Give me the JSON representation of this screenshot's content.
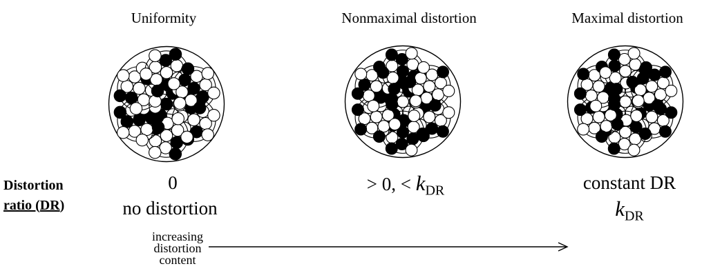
{
  "columns": [
    {
      "title": "Uniformity",
      "value": "0",
      "value_line2": "no distortion"
    },
    {
      "title": "Nonmaximal distortion",
      "value_prefix": "> 0, < ",
      "k": "k",
      "k_sub": "DR"
    },
    {
      "title": "Maximal distortion",
      "value": "constant DR",
      "k": "k",
      "k_sub": "DR"
    }
  ],
  "dr_label": {
    "line1": "Distortion",
    "line2_a": "ratio (",
    "line2_b": "DR",
    "line2_c": ")"
  },
  "arrow_label": {
    "line1": "increasing",
    "line2": "distortion",
    "line3": "content"
  },
  "colors": {
    "filled": "#000000",
    "empty": "#ffffff",
    "stroke": "#000000"
  }
}
